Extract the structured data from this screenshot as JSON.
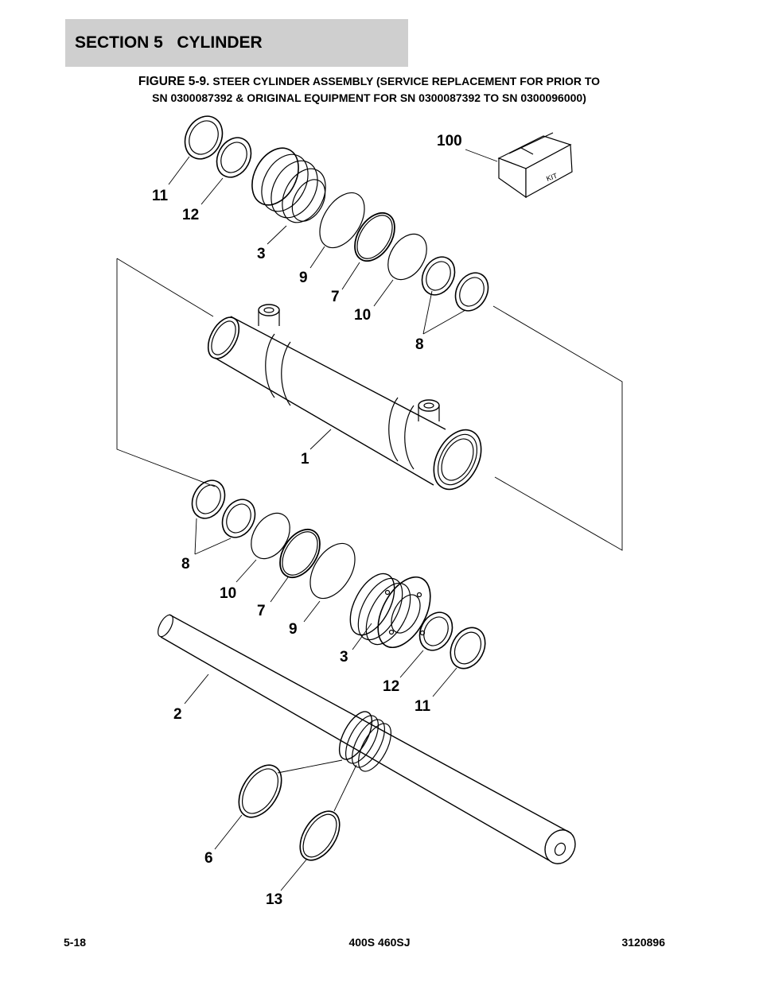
{
  "header": {
    "section_title": "SECTION 5   CYLINDER"
  },
  "caption": {
    "figure_label": "FIGURE 5-9.",
    "line1": "STEER CYLINDER ASSEMBLY (SERVICE REPLACEMENT FOR PRIOR TO",
    "line2": "SN 0300087392 & ORIGINAL EQUIPMENT FOR SN 0300087392 TO SN 0300096000)"
  },
  "diagram": {
    "kit_box_label": "KIT",
    "callouts": {
      "c100": "100",
      "c11_top": "11",
      "c12_top": "12",
      "c3_top": "3",
      "c9_top": "9",
      "c7_top": "7",
      "c10_top": "10",
      "c8_top": "8",
      "c1": "1",
      "c8_bot": "8",
      "c10_bot": "10",
      "c7_bot": "7",
      "c9_bot": "9",
      "c3_bot": "3",
      "c12_bot": "12",
      "c11_bot": "11",
      "c2": "2",
      "c6": "6",
      "c13": "13"
    }
  },
  "footer": {
    "page_number": "5-18",
    "model": "400S 460SJ",
    "doc_number": "3120896"
  }
}
